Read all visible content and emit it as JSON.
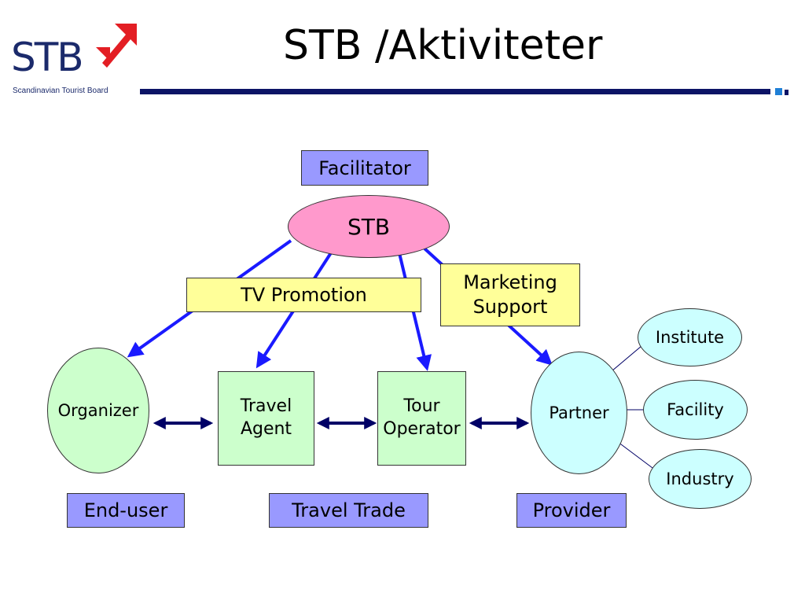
{
  "logo": {
    "text": "STB",
    "tagline": "Scandinavian Tourist Board",
    "arrow_color": "#e31e24"
  },
  "title": "STB /Aktiviteter",
  "nodes": {
    "facilitator": "Facilitator",
    "stb": "STB",
    "tv_promotion": "TV Promotion",
    "marketing_support_line1": "Marketing",
    "marketing_support_line2": "Support",
    "organizer": "Organizer",
    "travel_agent_line1": "Travel",
    "travel_agent_line2": "Agent",
    "tour_operator_line1": "Tour",
    "tour_operator_line2": "Operator",
    "partner": "Partner",
    "institute": "Institute",
    "facility": "Facility",
    "industry": "Industry"
  },
  "categories": {
    "end_user": "End-user",
    "travel_trade": "Travel Trade",
    "provider": "Provider"
  },
  "colors": {
    "arrow_blue": "#1a1aff",
    "double_arrow": "#000066",
    "rule": "#0c1466",
    "lavender": "#9999ff",
    "yellow": "#ffff99",
    "pink": "#ff99cc",
    "green": "#ccffcc",
    "cyan": "#ccffff"
  }
}
